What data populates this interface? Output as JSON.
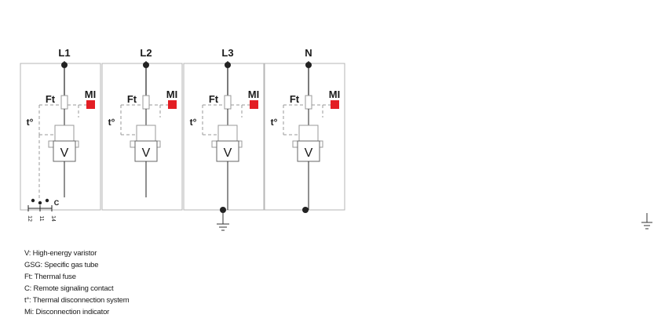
{
  "diagram": {
    "lines": [
      "L1",
      "L2",
      "L3",
      "N"
    ],
    "fuse_label": "Ft",
    "indicator_label": "MI",
    "thermal_label": "t°",
    "varistor_label": "V",
    "contact_label": "C",
    "terminals": [
      "12",
      "11",
      "14"
    ],
    "indicator_color": "#e31e24"
  },
  "legend": [
    "V: High-energy varistor",
    "GSG: Specific gas tube",
    "Ft: Thermal fuse",
    "C: Remote signaling contact",
    "t°: Thermal disconnection system",
    "Mi: Disconnection indicator"
  ]
}
